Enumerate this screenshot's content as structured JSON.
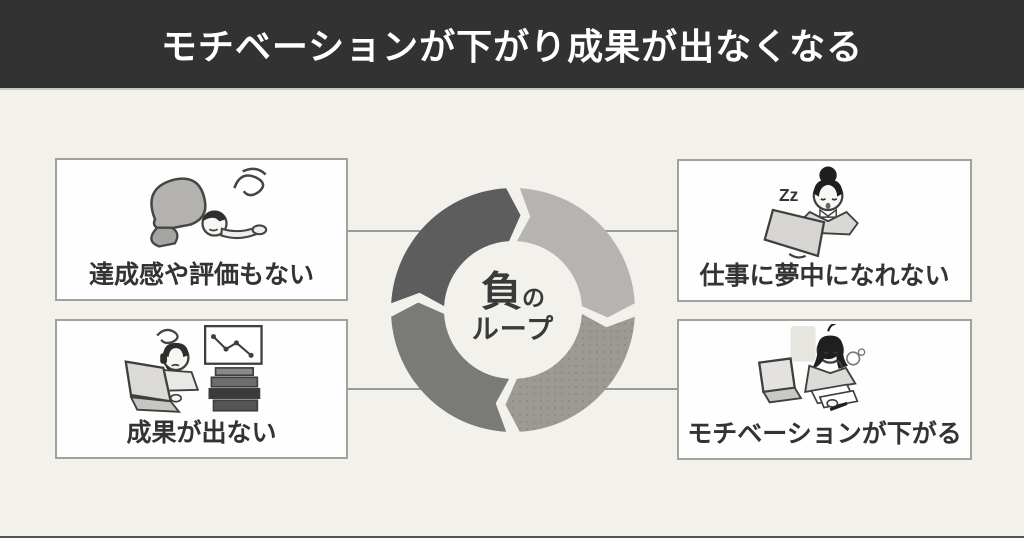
{
  "header": {
    "title": "モチベーションが下がり成果が出なくなる",
    "bg_color": "#323232",
    "text_color": "#ffffff"
  },
  "background_color": "#f3f1ec",
  "boxes": [
    {
      "position": "top-left",
      "label": "達成感や評価もない",
      "icon": "crawling-dejected-person-illustration"
    },
    {
      "position": "bottom-left",
      "label": "成果が出ない",
      "icon": "worried-worker-laptop-chart-illustration"
    },
    {
      "position": "top-right",
      "label": "仕事に夢中になれない",
      "icon": "dozing-woman-monitor-illustration"
    },
    {
      "position": "bottom-right",
      "label": "モチベーションが下がる",
      "icon": "sighing-woman-desk-illustration"
    }
  ],
  "cycle": {
    "center_label_main": "負",
    "center_label_particle": "の",
    "center_label_second": "ループ",
    "direction": "clockwise",
    "dot_color": "#8b8883",
    "segments": [
      {
        "position": "top-right",
        "color": "#b5b4b2",
        "texture": "solid"
      },
      {
        "position": "bottom-right",
        "color": "#9d9a95",
        "texture": "dots"
      },
      {
        "position": "bottom-left",
        "color": "#7a7a78",
        "texture": "solid"
      },
      {
        "position": "top-left",
        "color": "#5d5d5d",
        "texture": "solid"
      }
    ]
  },
  "connector_color": "#9a9a9a",
  "illustration_text": {
    "sleep_zz": "Zz"
  }
}
